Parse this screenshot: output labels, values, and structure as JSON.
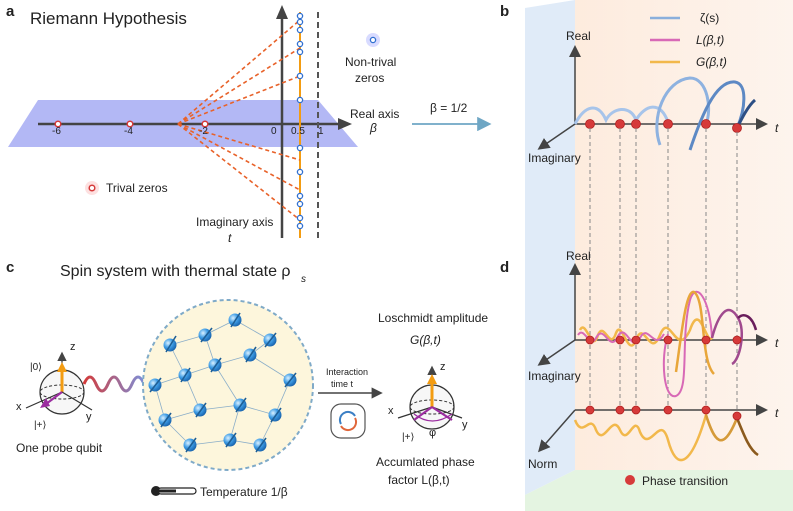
{
  "panel_a": {
    "letter": "a",
    "title": "Riemann Hypothesis",
    "real_axis_label": "Real axis",
    "real_axis_symbol": "β",
    "imag_axis_label": "Imaginary axis",
    "imag_axis_symbol": "t",
    "ticks": [
      "-6",
      "-4",
      "-2",
      "0",
      "0.5",
      "1"
    ],
    "nontrivial_label_1": "Non-trival",
    "nontrivial_label_2": "zeros",
    "trivial_label": "Trival zeros",
    "arrow_label": "β = 1/2"
  },
  "panel_b": {
    "letter": "b",
    "axis_real": "Real",
    "axis_imag": "Imaginary",
    "axis_t": "t",
    "legend": [
      "ζ(s)",
      "L(β,t)",
      "G(β,t)"
    ]
  },
  "panel_c": {
    "letter": "c",
    "title": "Spin system with thermal state ρ",
    "title_sub": "s",
    "ket0": "|0⟩",
    "ketplus": "|+⟩",
    "axis_x": "x",
    "axis_y": "y",
    "axis_z": "z",
    "probe_label": "One probe qubit",
    "interaction_1": "Interaction",
    "interaction_2": "time t",
    "loschmidt_1": "Loschmidt amplitude",
    "loschmidt_2": "G(β,t)",
    "phi": "φ",
    "phase_1": "Accumlated phase",
    "phase_2": "factor L(β,t)",
    "temperature": "Temperature 1/β"
  },
  "panel_d": {
    "letter": "d",
    "axis_real": "Real",
    "axis_imag": "Imaginary",
    "axis_norm": "Norm",
    "axis_t": "t",
    "phase_transition": "Phase transition"
  },
  "colors": {
    "zeta": "#8aafdc",
    "L": "#d869b6",
    "G": "#f2b84b",
    "zero_red": "#d63a3a",
    "plane": "#9a9ff0",
    "critical": "#f39c12",
    "arrow_blue": "#6ea6c4",
    "dashed_orange": "#e8622a"
  }
}
